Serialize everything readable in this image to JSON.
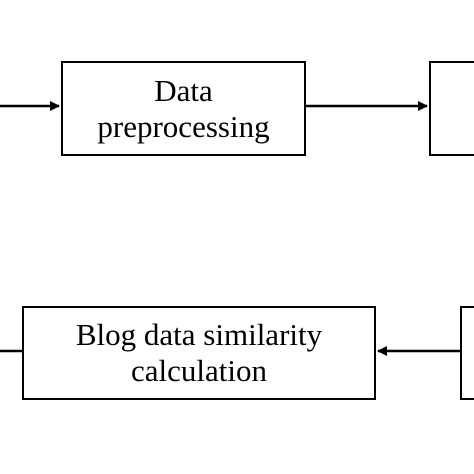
{
  "diagram": {
    "nodes": {
      "preprocessing": {
        "line1": "Data",
        "line2": "preprocessing"
      },
      "similarity": {
        "line1": "Blog data similarity",
        "line2": "calculation"
      },
      "right_top": {
        "line1": "",
        "line2": ""
      },
      "right_bottom": {
        "line1": "",
        "line2": ""
      }
    },
    "edges": [
      {
        "from": "offscreen-left",
        "to": "preprocessing"
      },
      {
        "from": "preprocessing",
        "to": "right_top"
      },
      {
        "from": "right_bottom",
        "to": "similarity"
      },
      {
        "from": "similarity",
        "to": "offscreen-left"
      }
    ],
    "colors": {
      "stroke": "#000000",
      "background": "#ffffff"
    }
  }
}
